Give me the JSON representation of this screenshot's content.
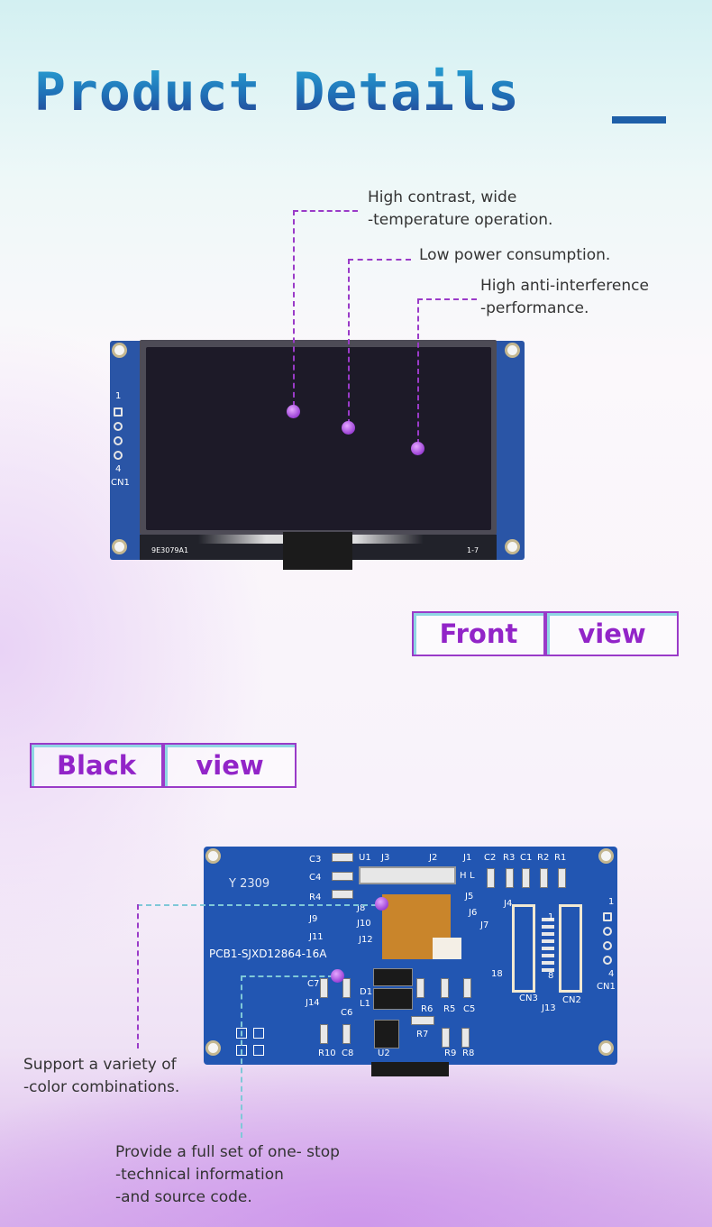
{
  "page": {
    "title": "Product Details",
    "accent": "#9224c8",
    "title_color": "#1f6fb6"
  },
  "front": {
    "callouts": [
      "High contrast, wide\n-temperature operation.",
      "Low power consumption.",
      "High anti-interference\n-performance."
    ],
    "silkscreen": {
      "pin_top": "1",
      "pin_bottom": "4",
      "cn": "CN1",
      "code_left": "9E3079A1",
      "code_right": "1-7"
    },
    "view_label": [
      "Front",
      "view"
    ]
  },
  "back": {
    "view_label": [
      "Black",
      "view"
    ],
    "callouts": [
      "Support a variety of\n-color combinations.",
      "Provide a full set of one- stop\n-technical information\n-and source code."
    ],
    "silkscreen": {
      "part_number": "PCB1-SJXD12864-16A",
      "year": "Y 2309",
      "labels": [
        "C3",
        "U1",
        "J3",
        "J2",
        "J1",
        "C2",
        "R3",
        "C1",
        "R2",
        "R1",
        "C4",
        "H",
        "L",
        "R4",
        "J5",
        "J8",
        "J4",
        "J6",
        "J9",
        "J10",
        "J7",
        "J11",
        "J12",
        "C7",
        "J14",
        "D1",
        "L1",
        "C6",
        "R6",
        "R5",
        "C5",
        "R7",
        "R10",
        "C8",
        "U2",
        "R9",
        "R8",
        "CN3",
        "J13",
        "CN2",
        "CN1",
        "18",
        "1",
        "8",
        "1",
        "4"
      ]
    }
  }
}
